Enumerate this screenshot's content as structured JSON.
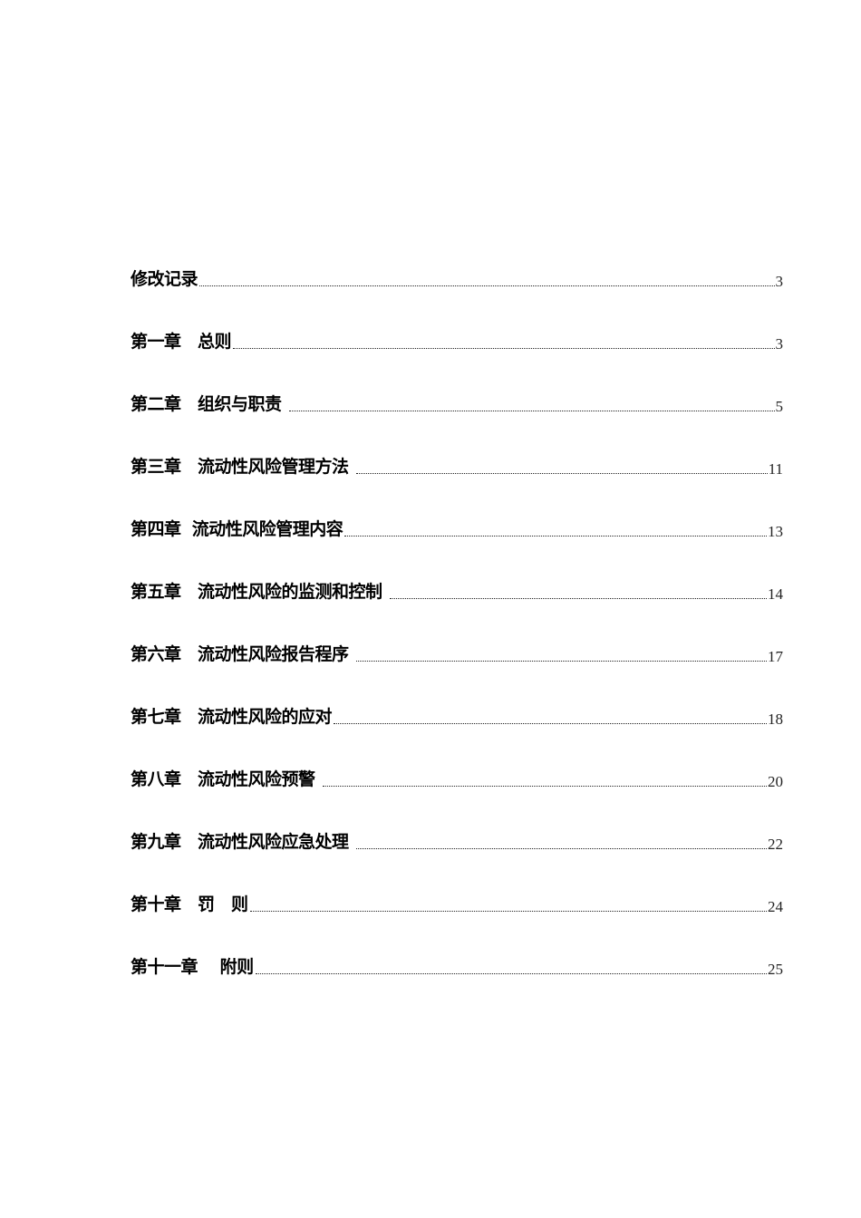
{
  "toc": {
    "entries": [
      {
        "label": "修改记录",
        "page": "3"
      },
      {
        "label": "第一章　总则",
        "page": "3"
      },
      {
        "label": "第二章　组织与职责 ",
        "page": "5"
      },
      {
        "label": "第三章　流动性风险管理方法 ",
        "page": "11"
      },
      {
        "label": "第四章  流动性风险管理内容",
        "page": "13"
      },
      {
        "label": "第五章　流动性风险的监测和控制 ",
        "page": "14"
      },
      {
        "label": "第六章　流动性风险报告程序 ",
        "page": "17"
      },
      {
        "label": "第七章　流动性风险的应对",
        "page": "18"
      },
      {
        "label": "第八章　流动性风险预警 ",
        "page": "20"
      },
      {
        "label": "第九章　流动性风险应急处理 ",
        "page": "22"
      },
      {
        "label": "第十章　罚　则",
        "page": "24"
      },
      {
        "label": "第十一章　 附则",
        "page": "25"
      }
    ]
  }
}
